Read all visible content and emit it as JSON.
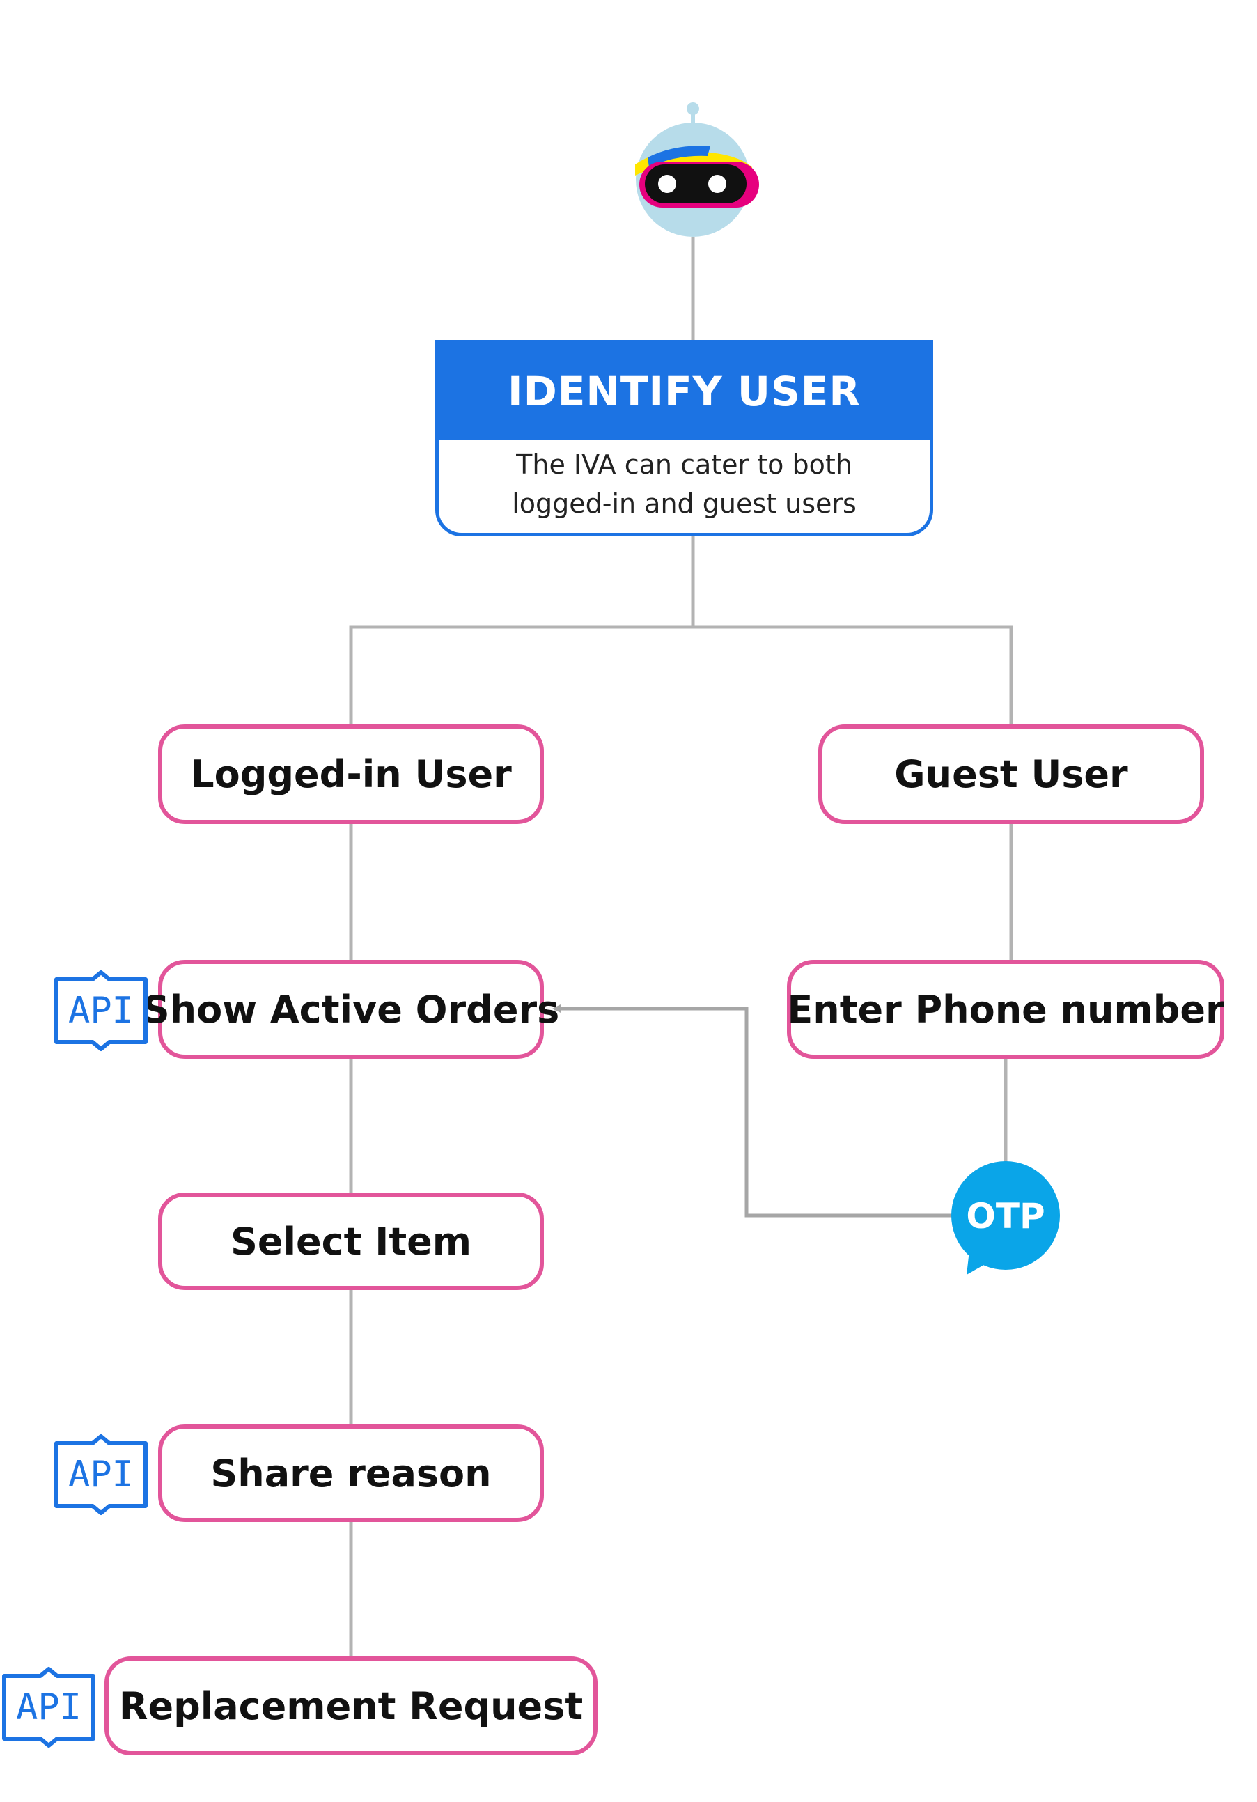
{
  "identify_user": {
    "title": "IDENTIFY USER",
    "description": "The IVA can cater to both logged-in and guest users"
  },
  "nodes": {
    "logged_in_user": "Logged-in User",
    "guest_user": "Guest User",
    "show_active_orders": "Show Active Orders",
    "enter_phone_number": "Enter Phone number",
    "select_item": "Select Item",
    "share_reason": "Share reason",
    "replacement_request": "Replacement Request"
  },
  "badges": {
    "api_label": "API",
    "otp_label": "OTP"
  },
  "colors": {
    "node_border": "#e2559a",
    "identify_header": "#1c73e3",
    "connector": "#b3b3b3",
    "api_badge": "#1c73e3",
    "otp_bubble": "#0aa5e8"
  },
  "icons": {
    "bot": "robot-avatar-icon",
    "api": "api-badge-icon",
    "otp": "otp-speech-bubble-icon"
  }
}
